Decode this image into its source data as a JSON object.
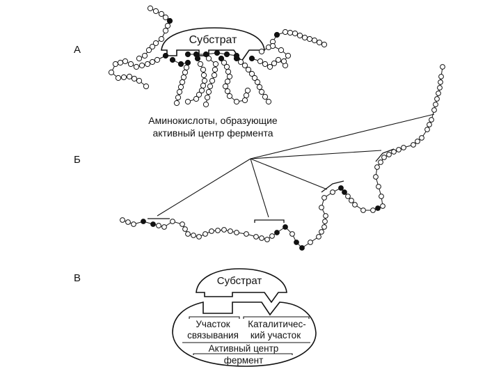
{
  "panels": {
    "a": {
      "letter": "А",
      "substrate": "Субстрат"
    },
    "b": {
      "letter": "Б"
    },
    "v": {
      "letter": "В",
      "substrate": "Субстрат"
    }
  },
  "caption": {
    "line1": "Аминокислоты, образующие",
    "line2": "активный центр фермента"
  },
  "enzyme": {
    "binding_line1": "Участок",
    "binding_line2": "связывания",
    "catalytic_line1": "Каталитичес-",
    "catalytic_line2": "кий участок",
    "active_center": "Активный центр",
    "enzyme_label": "фермент"
  },
  "colors": {
    "ink": "#111111",
    "open_bead": "#ffffff",
    "active_bead": "#111111"
  }
}
